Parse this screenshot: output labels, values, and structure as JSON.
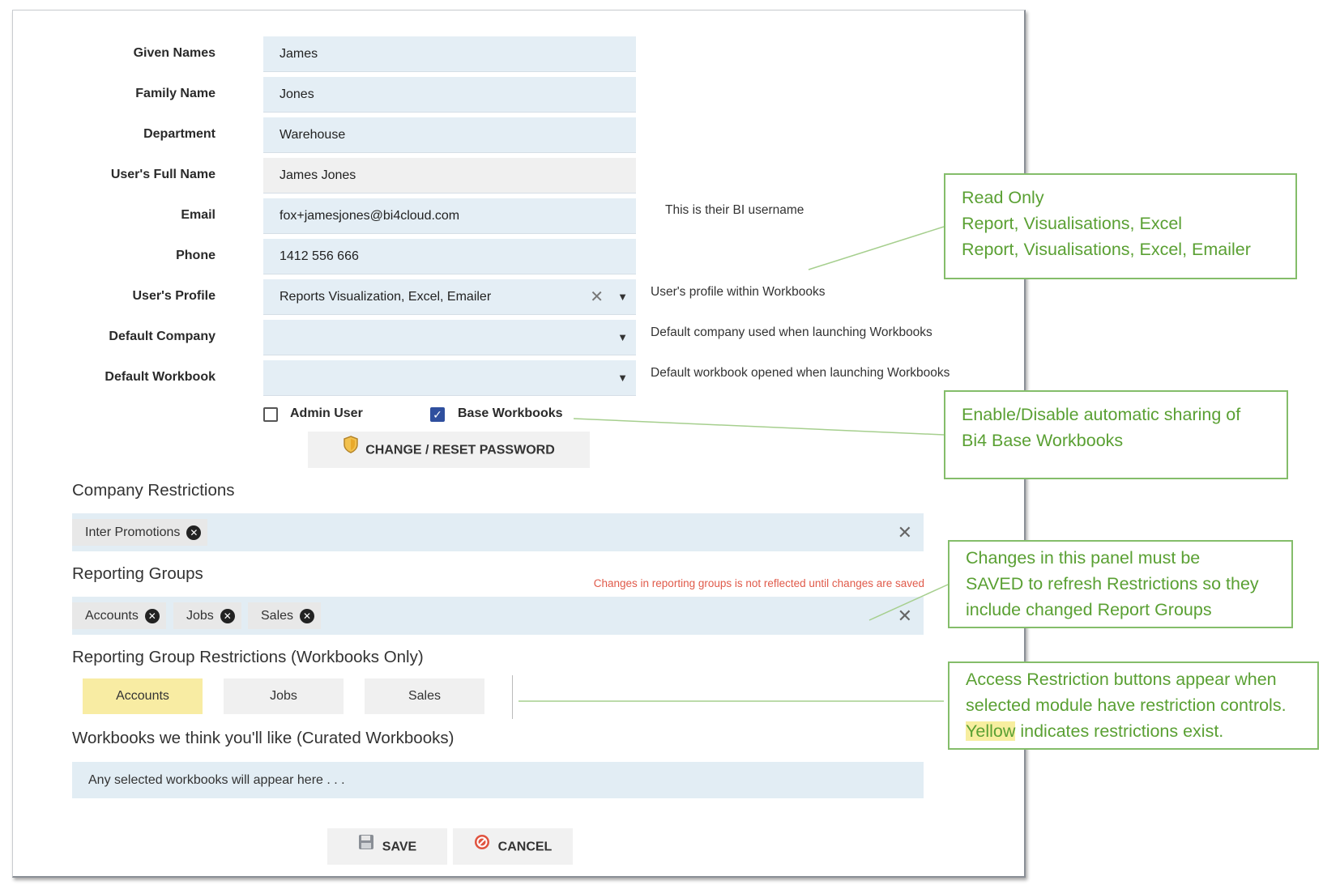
{
  "form": {
    "fields": [
      {
        "label": "Given Names",
        "value": "James"
      },
      {
        "label": "Family Name",
        "value": "Jones"
      },
      {
        "label": "Department",
        "value": "Warehouse"
      },
      {
        "label": "User's Full Name",
        "value": "James Jones"
      },
      {
        "label": "Email",
        "value": "fox+jamesjones@bi4cloud.com",
        "hint": "This is their BI username"
      },
      {
        "label": "Phone",
        "value": "1412 556 666"
      },
      {
        "label": "User's Profile",
        "value": "Reports Visualization, Excel, Emailer",
        "hint": "User's profile within Workbooks"
      },
      {
        "label": "Default Company",
        "value": "",
        "hint": "Default company used when launching Workbooks"
      },
      {
        "label": "Default Workbook",
        "value": "",
        "hint": "Default workbook opened when launching Workbooks"
      }
    ],
    "checkboxes": {
      "admin_user": {
        "label": "Admin User",
        "checked": false
      },
      "base_workbooks": {
        "label": "Base Workbooks",
        "checked": true
      }
    },
    "change_password_label": "CHANGE / RESET PASSWORD"
  },
  "company_restrictions": {
    "title": "Company Restrictions",
    "tags": [
      "Inter Promotions"
    ]
  },
  "reporting_groups": {
    "title": "Reporting Groups",
    "warning": "Changes in reporting groups is not reflected until changes are saved",
    "tags": [
      "Accounts",
      "Jobs",
      "Sales"
    ]
  },
  "reporting_group_restrictions": {
    "title": "Reporting Group Restrictions (Workbooks Only)",
    "buttons": [
      {
        "label": "Accounts",
        "has_restrictions": true
      },
      {
        "label": "Jobs",
        "has_restrictions": false
      },
      {
        "label": "Sales",
        "has_restrictions": false
      }
    ]
  },
  "curated_workbooks": {
    "title": "Workbooks we think you'll like (Curated Workbooks)",
    "placeholder": "Any selected workbooks will appear here . . ."
  },
  "actions": {
    "save_label": "SAVE",
    "cancel_label": "CANCEL"
  },
  "callouts": {
    "profile": [
      "Read Only",
      "Report, Visualisations, Excel",
      "Report, Visualisations, Excel, Emailer"
    ],
    "base_workbooks": [
      "Enable/Disable automatic sharing of",
      "Bi4 Base Workbooks"
    ],
    "reporting_groups": [
      "Changes in this panel must be",
      "SAVED to refresh Restrictions so they",
      "include changed Report Groups"
    ],
    "restrictions": {
      "line1": "Access Restriction buttons appear when",
      "line2": "selected module have restriction controls.",
      "line3_highlight": "Yellow",
      "line3_rest": " indicates restrictions exist."
    }
  },
  "colors": {
    "callout_green": "#5aa033",
    "restriction_yellow": "#f8eca3",
    "field_blue": "#e4eef5",
    "warning_red": "#e05a4a"
  }
}
